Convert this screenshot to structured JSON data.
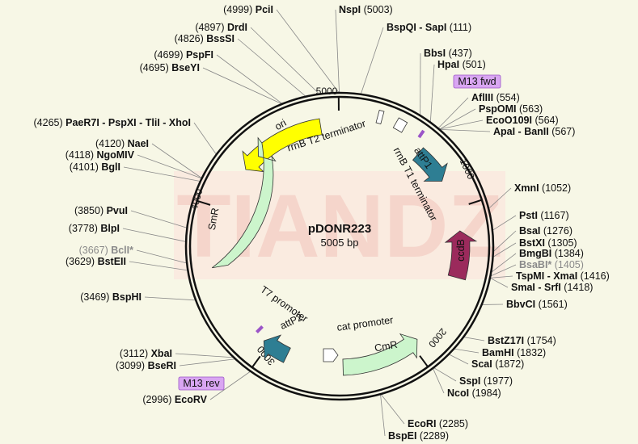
{
  "plasmid": {
    "name": "pDONR223",
    "size_label": "5005 bp",
    "length": 5005
  },
  "watermark": "TIANDZ",
  "colors": {
    "background": "#f7f7e6",
    "ori": "#ffff00",
    "SmR": "#ccf5cc",
    "CmR": "#ccf5cc",
    "attP": "#2e7e93",
    "ccdB": "#9b2a5c",
    "primer": "#d9a6f2"
  },
  "ticks": [
    {
      "pos": 1000,
      "label": "1000"
    },
    {
      "pos": 2000,
      "label": "2000"
    },
    {
      "pos": 3000,
      "label": "3000"
    },
    {
      "pos": 4000,
      "label": "4000"
    },
    {
      "pos": 5000,
      "label": "5000"
    }
  ],
  "features": [
    {
      "name": "ori",
      "start": 4880,
      "end": 4300,
      "type": "arrow",
      "color": "#ffff00",
      "label": "ori"
    },
    {
      "name": "rrnB T2 terminator",
      "type": "terminator",
      "start": 5000,
      "label": "rrnB T2 terminator"
    },
    {
      "name": "rrnB T1 terminator",
      "type": "terminator",
      "start": 140,
      "label": "rrnB T1 terminator"
    },
    {
      "name": "attP1",
      "start": 560,
      "end": 800,
      "type": "arrow",
      "color": "#2e7e93",
      "label": "attP1"
    },
    {
      "name": "ccdB",
      "start": 1460,
      "end": 1150,
      "type": "arrow",
      "color": "#9b2a5c",
      "label": "ccdB"
    },
    {
      "name": "CmR",
      "start": 2480,
      "end": 1950,
      "type": "arrow",
      "color": "#ccf5cc",
      "label": "CmR"
    },
    {
      "name": "cat promoter",
      "start": 2600,
      "end": 2480,
      "type": "promoter",
      "label": "cat promoter"
    },
    {
      "name": "attP2",
      "start": 2860,
      "end": 3040,
      "type": "arrow",
      "color": "#2e7e93",
      "label": "attP2"
    },
    {
      "name": "T7 promoter",
      "type": "promoter-label",
      "label": "T7 promoter"
    },
    {
      "name": "SmR",
      "start": 3620,
      "end": 4420,
      "type": "arrow",
      "color": "#ccf5cc",
      "label": "SmR"
    }
  ],
  "primers": [
    {
      "name": "M13 fwd",
      "label": "M13 fwd"
    },
    {
      "name": "M13 rev",
      "label": "M13 rev"
    }
  ],
  "sites": [
    {
      "id": "pcii",
      "name": "PciI",
      "pos": "(4999)"
    },
    {
      "id": "nspi",
      "name": "NspI",
      "pos": "(5003)"
    },
    {
      "id": "bspqi",
      "name": "BspQI - SapI",
      "pos": "(111)"
    },
    {
      "id": "drdi",
      "name": "DrdI",
      "pos": "(4897)"
    },
    {
      "id": "bsssi",
      "name": "BssSI",
      "pos": "(4826)"
    },
    {
      "id": "bbsi",
      "name": "BbsI",
      "pos": "(437)"
    },
    {
      "id": "hpai",
      "name": "HpaI",
      "pos": "(501)"
    },
    {
      "id": "pspfi",
      "name": "PspFI",
      "pos": "(4699)"
    },
    {
      "id": "bseyi",
      "name": "BseYI",
      "pos": "(4695)"
    },
    {
      "id": "aflii",
      "name": "AflIII",
      "pos": "(554)"
    },
    {
      "id": "pspomi",
      "name": "PspOMI",
      "pos": "(563)"
    },
    {
      "id": "ecoo109i",
      "name": "EcoO109I",
      "pos": "(564)"
    },
    {
      "id": "apai",
      "name": "ApaI - BanII",
      "pos": "(567)"
    },
    {
      "id": "paer7i",
      "name": "PaeR7I - PspXI - TliI - XhoI",
      "pos": "(4265)"
    },
    {
      "id": "naei",
      "name": "NaeI",
      "pos": "(4120)"
    },
    {
      "id": "ngomiv",
      "name": "NgoMIV",
      "pos": "(4118)"
    },
    {
      "id": "bgli",
      "name": "BglI",
      "pos": "(4101)"
    },
    {
      "id": "xmni",
      "name": "XmnI",
      "pos": "(1052)"
    },
    {
      "id": "pvui",
      "name": "PvuI",
      "pos": "(3850)"
    },
    {
      "id": "psti",
      "name": "PstI",
      "pos": "(1167)"
    },
    {
      "id": "blpi",
      "name": "BlpI",
      "pos": "(3778)"
    },
    {
      "id": "bsai",
      "name": "BsaI",
      "pos": "(1276)"
    },
    {
      "id": "bstxi",
      "name": "BstXI",
      "pos": "(1305)"
    },
    {
      "id": "bcli",
      "name": "BclI*",
      "pos": "(3667)"
    },
    {
      "id": "bmgbi",
      "name": "BmgBI",
      "pos": "(1384)"
    },
    {
      "id": "bstEii",
      "name": "BstEII",
      "pos": "(3629)"
    },
    {
      "id": "bsabi",
      "name": "BsaBI*",
      "pos": "(1405)"
    },
    {
      "id": "tspmi",
      "name": "TspMI - XmaI",
      "pos": "(1416)"
    },
    {
      "id": "smai",
      "name": "SmaI - SrfI",
      "pos": "(1418)"
    },
    {
      "id": "bsphi",
      "name": "BspHI",
      "pos": "(3469)"
    },
    {
      "id": "bbvci",
      "name": "BbvCI",
      "pos": "(1561)"
    },
    {
      "id": "bstz17i",
      "name": "BstZ17I",
      "pos": "(1754)"
    },
    {
      "id": "bamhi",
      "name": "BamHI",
      "pos": "(1832)"
    },
    {
      "id": "xbai",
      "name": "XbaI",
      "pos": "(3112)"
    },
    {
      "id": "scai",
      "name": "ScaI",
      "pos": "(1872)"
    },
    {
      "id": "bseri",
      "name": "BseRI",
      "pos": "(3099)"
    },
    {
      "id": "sspi",
      "name": "SspI",
      "pos": "(1977)"
    },
    {
      "id": "ncoi",
      "name": "NcoI",
      "pos": "(1984)"
    },
    {
      "id": "ecorv",
      "name": "EcoRV",
      "pos": "(2996)"
    },
    {
      "id": "ecori",
      "name": "EcoRI",
      "pos": "(2285)"
    },
    {
      "id": "bspei",
      "name": "BspEI",
      "pos": "(2289)"
    }
  ]
}
